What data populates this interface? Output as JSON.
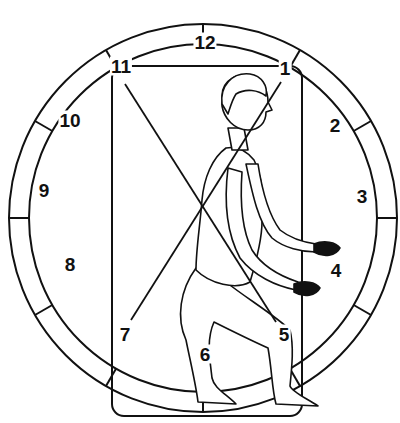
{
  "diagram": {
    "labels": [
      "12",
      "11",
      "1",
      "10",
      "2",
      "9",
      "3",
      "8",
      "4",
      "7",
      "6",
      "5"
    ]
  }
}
